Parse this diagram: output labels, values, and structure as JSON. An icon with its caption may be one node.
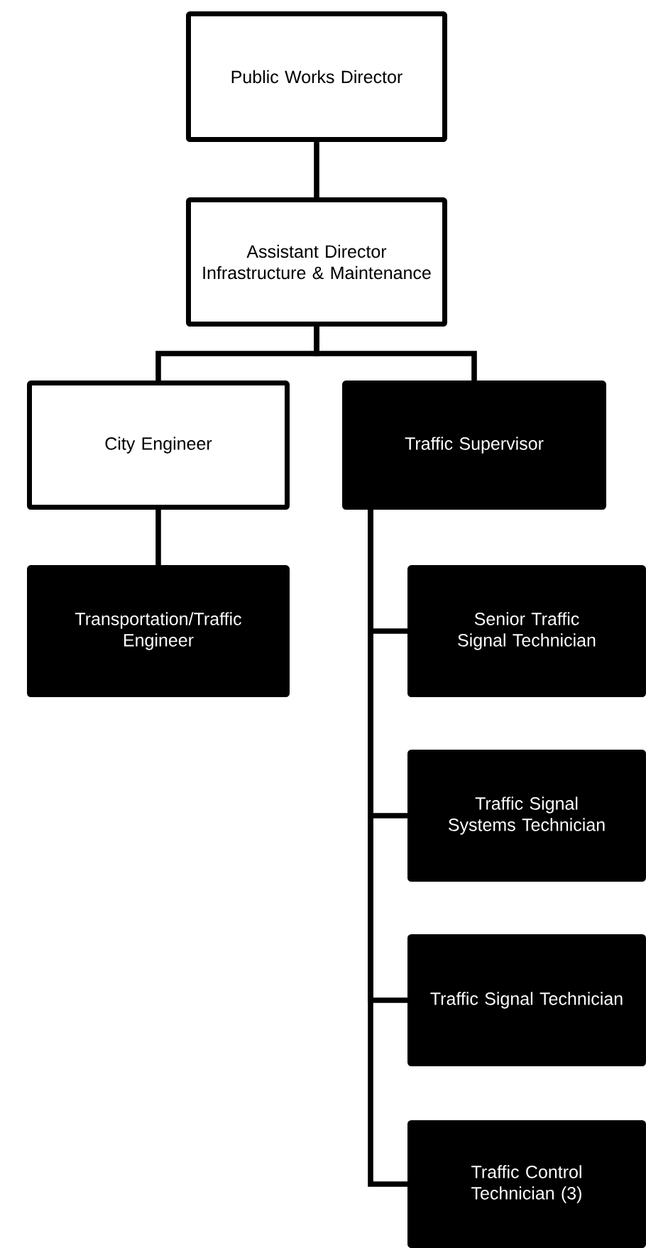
{
  "diagram": {
    "nodes": [
      {
        "text": [
          "Public Works Director"
        ]
      },
      {
        "text": [
          "Assistant Director Infrastructure & Maintenance"
        ]
      },
      {
        "text": [
          "City Engineer"
        ]
      },
      {
        "text": [
          "Traffic Supervisor"
        ]
      },
      {
        "text": [
          "Transportation/Traffic Engineer"
        ]
      },
      {
        "text": [
          "Senior Traffic Signal Technician"
        ]
      },
      {
        "text": [
          "Traffic Signal Systems Technician"
        ]
      },
      {
        "text": [
          "Traffic Signal Technician"
        ]
      },
      {
        "text": [
          "Traffic Control Technician (3)"
        ]
      }
    ],
    "edges": [
      {
        "from": 0,
        "to": 1,
        "arrow": "none"
      },
      {
        "from": 1,
        "to": 2,
        "arrow": "none"
      },
      {
        "from": 1,
        "to": 3,
        "arrow": "none"
      },
      {
        "from": 2,
        "to": 4,
        "arrow": "none"
      },
      {
        "from": 3,
        "to": 5,
        "arrow": "none"
      },
      {
        "from": 3,
        "to": 6,
        "arrow": "none"
      },
      {
        "from": 3,
        "to": 7,
        "arrow": "none"
      },
      {
        "from": 3,
        "to": 8,
        "arrow": "none"
      }
    ]
  }
}
